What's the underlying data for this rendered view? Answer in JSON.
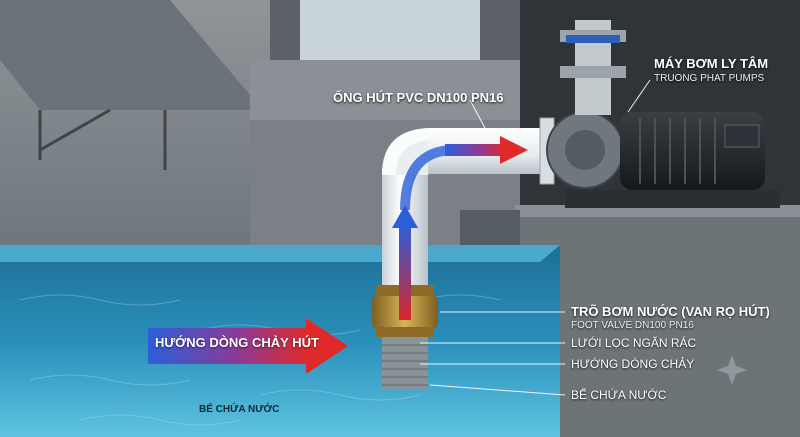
{
  "labels": {
    "pump_title": "MÁY BƠM LY TÂM",
    "pump_brand": "TRUONG PHAT PUMPS",
    "suction_pipe": "ỐNG HÚT PVC DN100 PN16",
    "foot_valve_title": "TRÕ BƠM NƯỚC (VAN RỌ HÚT)",
    "foot_valve_spec": "FOOT VALVE DN100 PN16",
    "strainer": "LƯỚI LỌC NGĂN RÁC",
    "flow_dir": "HƯỚNG DÒNG CHẢY",
    "tank_label_right": "BỂ CHỨA NƯỚC",
    "suction_flow_arrow": "HƯỚNG DÒNG CHẢY HÚT",
    "tank_label_bottom": "BỂ CHỨA NƯỚC"
  },
  "colors": {
    "water": "#3aa0c8",
    "water_deep": "#1b6f96",
    "flow_red": "#d9252a",
    "flow_blue": "#2b5fd9",
    "concrete": "#9aa0a4",
    "pipe": "#eef2f4",
    "valve_brass": "#b8923a"
  }
}
